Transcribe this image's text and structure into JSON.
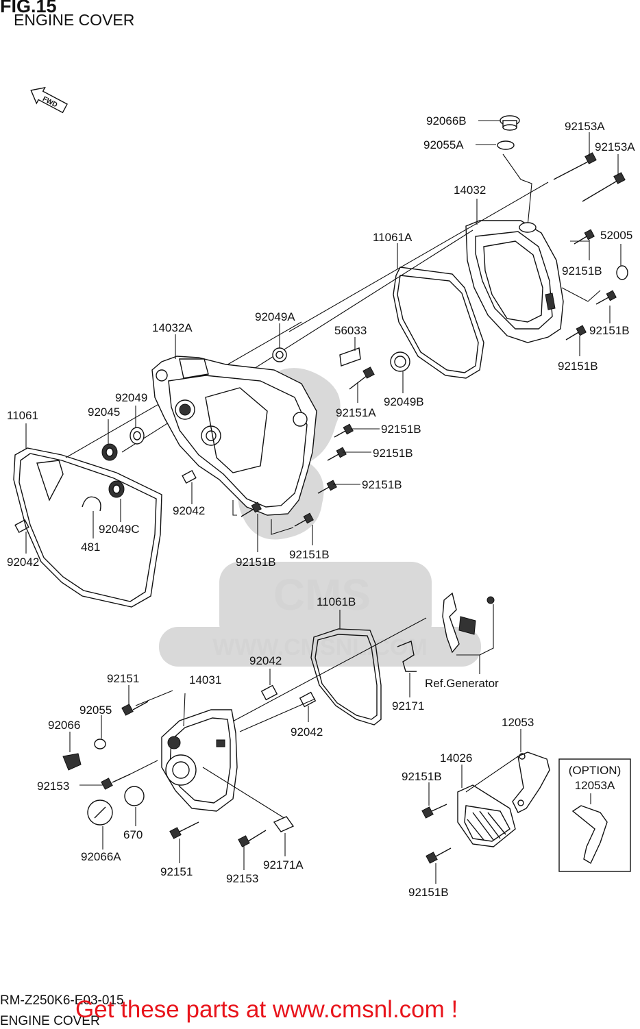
{
  "header": {
    "fig_title": "FIG.15",
    "fig_subtitle": "ENGINE COVER"
  },
  "footer": {
    "code": "RM-Z250K6-E03-015",
    "subtitle": "ENGINE COVER",
    "promo": "Get these parts at www.cmsnl.com !"
  },
  "watermark": {
    "brand": "CMS",
    "url": "WWW.CMSNL.COM"
  },
  "fwd_label": "FWD",
  "option_box": {
    "title": "(OPTION)",
    "part": "12053A"
  },
  "parts": {
    "p92066B": "92066B",
    "p92055A": "92055A",
    "p92153A_1": "92153A",
    "p92153A_2": "92153A",
    "p14032": "14032",
    "p11061A": "11061A",
    "p52005": "52005",
    "p92151B_a": "92151B",
    "p92151B_b": "92151B",
    "p92151B_c": "92151B",
    "p14032A": "14032A",
    "p92049A": "92049A",
    "p56033": "56033",
    "p92049B": "92049B",
    "p92151A": "92151A",
    "p92151B_d": "92151B",
    "p92151B_e": "92151B",
    "p92151B_f": "92151B",
    "p92151B_g": "92151B",
    "p92151B_h": "92151B",
    "p92049": "92049",
    "p92045": "92045",
    "p11061": "11061",
    "p92042_a": "92042",
    "p92049C": "92049C",
    "p481": "481",
    "p92042_b": "92042",
    "p11061B": "11061B",
    "p92042_c": "92042",
    "p92042_d": "92042",
    "p92171": "92171",
    "pRefGen": "Ref.Generator",
    "p92151": "92151",
    "p14031": "14031",
    "p92055": "92055",
    "p92066": "92066",
    "p92153_a": "92153",
    "p670": "670",
    "p92066A": "92066A",
    "p92151_b": "92151",
    "p92153_b": "92153",
    "p92171A": "92171A",
    "p12053": "12053",
    "p14026": "14026",
    "p92151B_i": "92151B",
    "p92151B_j": "92151B"
  }
}
